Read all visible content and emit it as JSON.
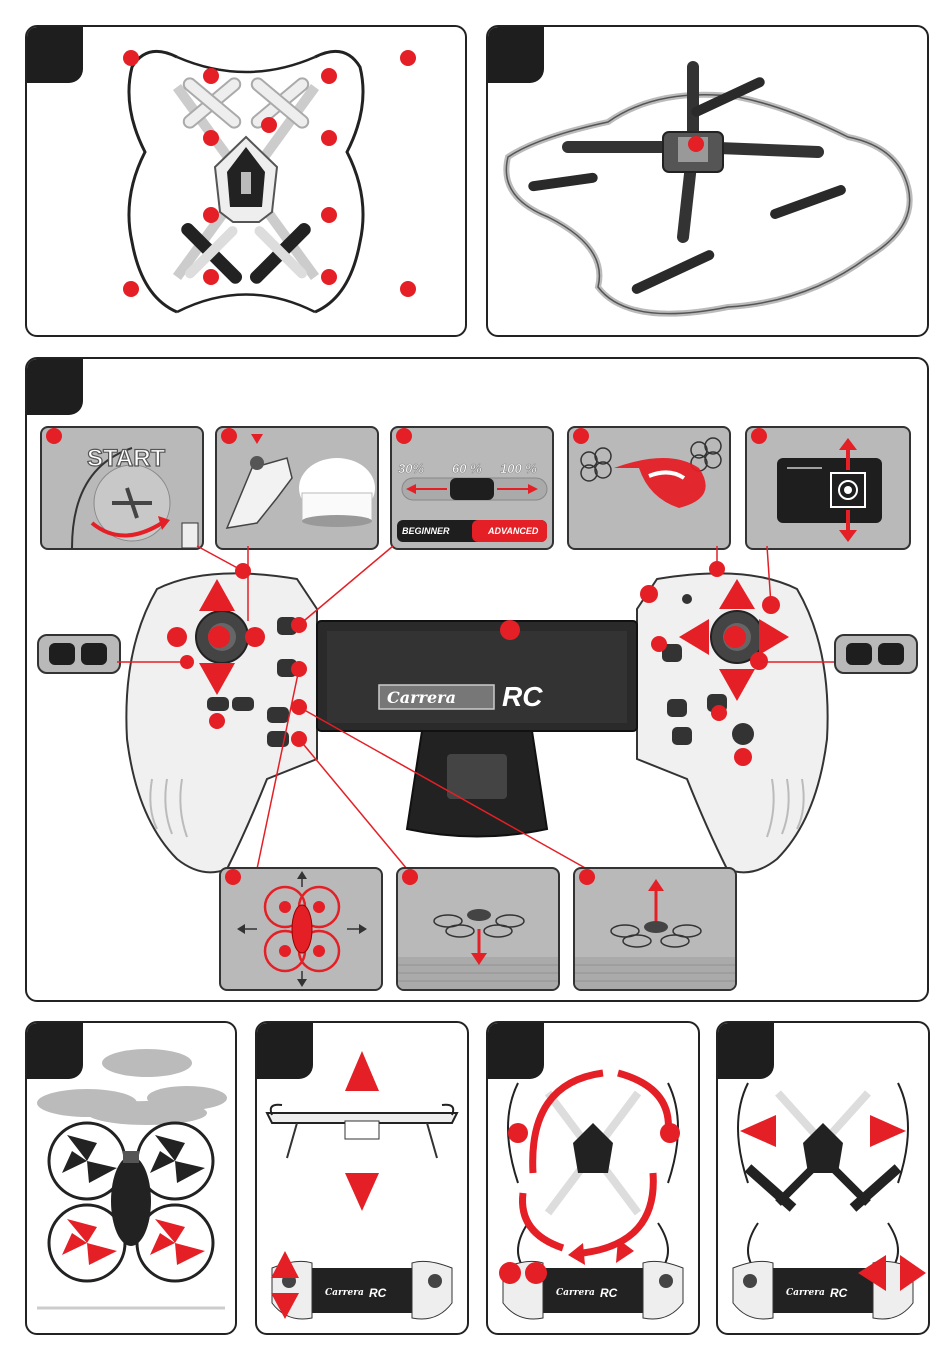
{
  "start_label": "START",
  "speed": {
    "levels": [
      "30%",
      "60 %",
      "100 %"
    ],
    "beginner": "BEGINNER",
    "advanced": "ADVANCED"
  },
  "brand": {
    "name": "Carrera",
    "suffix": "RC"
  },
  "colors": {
    "accent": "#e41f26",
    "dark": "#1e1e1e",
    "panel_gray": "#b9b9b9"
  }
}
